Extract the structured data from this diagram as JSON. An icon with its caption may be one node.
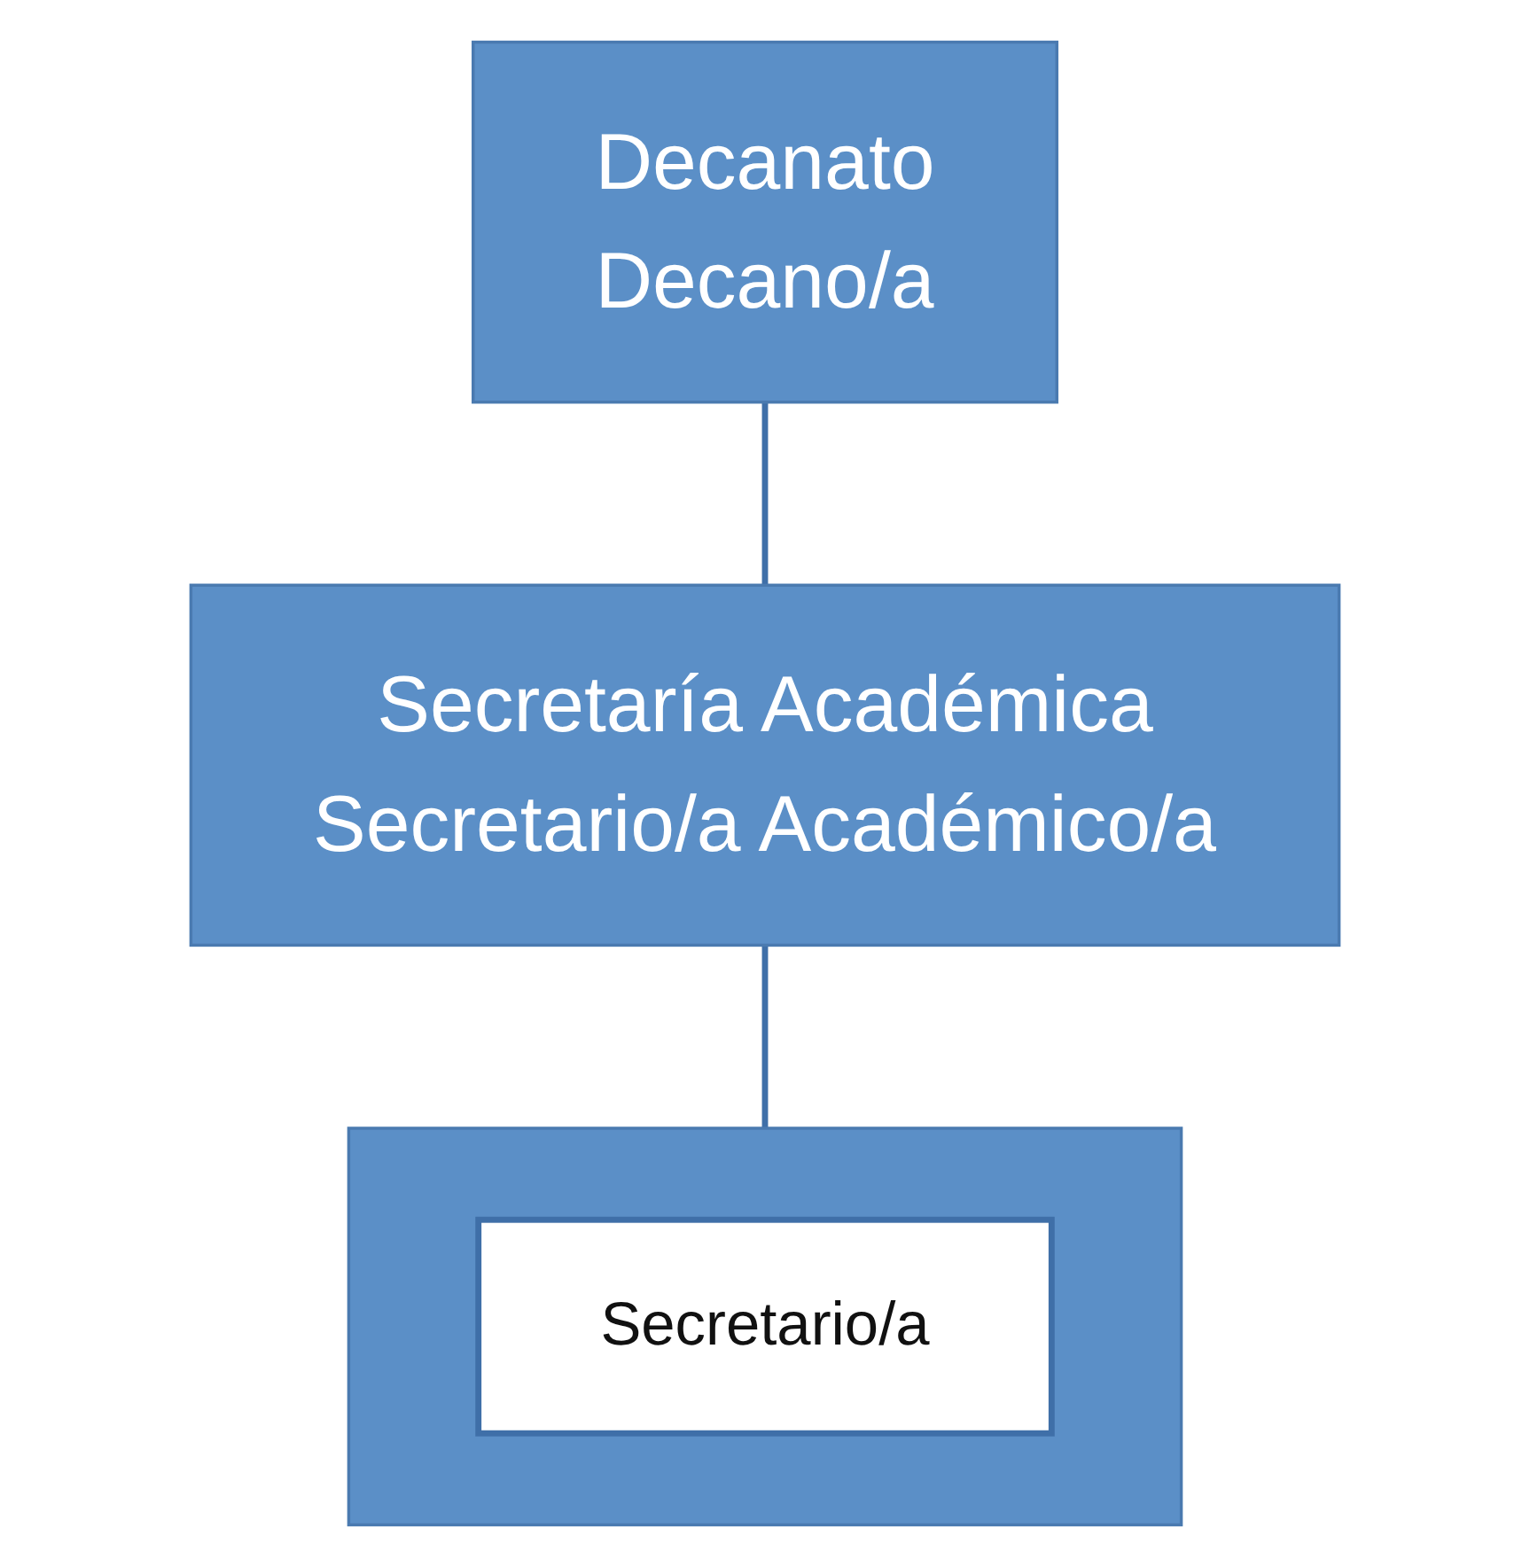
{
  "diagram": {
    "nodes": [
      {
        "text": [
          "Decanato",
          "Decano/a"
        ]
      },
      {
        "text": [
          "Secretaría Académica",
          "Secretario/a Académico/a"
        ]
      },
      {
        "text": [],
        "shape": "box"
      },
      {
        "text": [
          "Secretario/a"
        ],
        "in": 2
      }
    ],
    "edges": [
      {
        "from": 0,
        "to": 1,
        "arrow": "none"
      },
      {
        "from": 1,
        "to": 2,
        "arrow": "none"
      }
    ]
  }
}
